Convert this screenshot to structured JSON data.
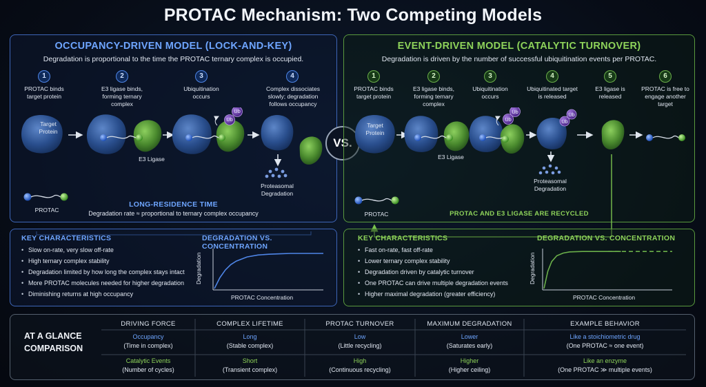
{
  "title": "PROTAC Mechanism: Two Competing Models",
  "vs_label": "VS.",
  "colors": {
    "occupancy": "#4f86e8",
    "event": "#6bb04a",
    "ubiquitin": "#6a3ea8"
  },
  "occupancy": {
    "title": "OCCUPANCY-DRIVEN MODEL (LOCK-AND-KEY)",
    "subtitle": "Degradation is proportional to the time the PROTAC ternary complex is occupied.",
    "steps": [
      {
        "num": "1",
        "text": "PROTAC binds target protein"
      },
      {
        "num": "2",
        "text": "E3 ligase binds, forming ternary complex"
      },
      {
        "num": "3",
        "text": "Ubiquitination occurs"
      },
      {
        "num": "4",
        "text": "Complex dissociates slowly; degradation follows occupancy"
      }
    ],
    "labels": {
      "target": "Target Protein",
      "protac": "PROTAC",
      "e3": "E3 Ligase",
      "ub": "Ub",
      "proteasomal": "Proteasomal Degradation"
    },
    "residence_title": "LONG-RESIDENCE TIME",
    "residence_text": "Degradation rate ≈ proportional to ternary complex occupancy",
    "characteristics_title": "KEY CHARACTERISTICS",
    "characteristics": [
      "Slow on-rate, very slow off-rate",
      "High ternary complex stability",
      "Degradation limited by how long the complex stays intact",
      "More PROTAC molecules needed for higher degradation",
      "Diminishing returns at high occupancy"
    ]
  },
  "event": {
    "title": "EVENT-DRIVEN MODEL (CATALYTIC TURNOVER)",
    "subtitle": "Degradation is driven by the number of successful ubiquitination events per PROTAC.",
    "steps": [
      {
        "num": "1",
        "text": "PROTAC binds target protein"
      },
      {
        "num": "2",
        "text": "E3 ligase binds, forming ternary complex"
      },
      {
        "num": "3",
        "text": "Ubiquitination occurs"
      },
      {
        "num": "4",
        "text": "Ubiquitinated target is released"
      },
      {
        "num": "5",
        "text": "E3 ligase is released"
      },
      {
        "num": "6",
        "text": "PROTAC is free to engage another target"
      }
    ],
    "labels": {
      "target": "Target Protein",
      "protac": "PROTAC",
      "e3": "E3 Ligase",
      "ub": "Ub",
      "proteasomal": "Proteasomal Degradation"
    },
    "recycled": "PROTAC AND E3 LIGASE ARE RECYCLED",
    "characteristics_title": "KEY CHARACTERISTICS",
    "characteristics": [
      "Fast on-rate, fast off-rate",
      "Lower ternary complex stability",
      "Degradation driven by catalytic turnover",
      "One PROTAC can drive multiple degradation events",
      "Higher maximal degradation (greater efficiency)"
    ]
  },
  "chart_data": [
    {
      "type": "line",
      "title": "DEGRADATION VS. CONCENTRATION",
      "xlabel": "PROTAC Concentration",
      "ylabel": "Degradation",
      "x": [
        0,
        0.05,
        0.1,
        0.15,
        0.2,
        0.3,
        0.4,
        0.5,
        0.6,
        0.7,
        0.8,
        0.9,
        1.0
      ],
      "y": [
        0,
        0.28,
        0.48,
        0.62,
        0.71,
        0.82,
        0.87,
        0.89,
        0.9,
        0.91,
        0.91,
        0.91,
        0.91
      ],
      "ylim": [
        0,
        1
      ],
      "xlim": [
        0,
        1
      ],
      "grid": false
    },
    {
      "type": "line",
      "title": "DEGRADATION VS. CONCENTRATION",
      "xlabel": "PROTAC Concentration",
      "ylabel": "Degradation",
      "x": [
        0,
        0.03,
        0.06,
        0.1,
        0.15,
        0.2,
        0.3,
        0.4,
        0.5,
        0.6,
        0.8,
        1.0
      ],
      "y": [
        0,
        0.45,
        0.7,
        0.85,
        0.92,
        0.95,
        0.96,
        0.96,
        0.96,
        0.96,
        0.96,
        0.96
      ],
      "plateau_dashed_from": 0.6,
      "ylim": [
        0,
        1
      ],
      "xlim": [
        0,
        1
      ],
      "grid": false
    }
  ],
  "comparison": {
    "heading_line1": "AT A GLANCE",
    "heading_line2": "COMPARISON",
    "columns": [
      {
        "header": "DRIVING FORCE",
        "occ_main": "Occupancy",
        "occ_sub": "(Time in complex)",
        "evt_main": "Catalytic Events",
        "evt_sub": "(Number of cycles)"
      },
      {
        "header": "COMPLEX LIFETIME",
        "occ_main": "Long",
        "occ_sub": "(Stable complex)",
        "evt_main": "Short",
        "evt_sub": "(Transient complex)"
      },
      {
        "header": "PROTAC TURNOVER",
        "occ_main": "Low",
        "occ_sub": "(Little recycling)",
        "evt_main": "High",
        "evt_sub": "(Continuous recycling)"
      },
      {
        "header": "MAXIMUM DEGRADATION",
        "occ_main": "Lower",
        "occ_sub": "(Saturates early)",
        "evt_main": "Higher",
        "evt_sub": "(Higher ceiling)"
      },
      {
        "header": "EXAMPLE BEHAVIOR",
        "occ_main": "Like a stoichiometric drug",
        "occ_sub": "(One PROTAC ≈ one event)",
        "evt_main": "Like an enzyme",
        "evt_sub": "(One PROTAC ≫ multiple events)"
      }
    ]
  }
}
